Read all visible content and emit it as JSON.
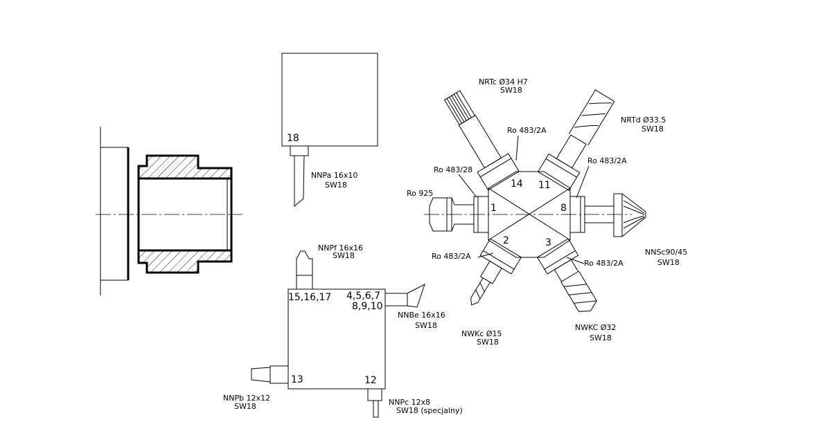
{
  "blocks": {
    "upper_station": "18",
    "lower_left_stations": "15,16,17",
    "lower_right_stations_line1": "4,5,6,7",
    "lower_right_stations_line2": "8,9,10",
    "lower_left_bottom_station": "13",
    "lower_right_bottom_station": "12"
  },
  "tool_labels": {
    "nnpa": {
      "line1": "NNPa 16x10",
      "line2": "SW18"
    },
    "nnpf": {
      "line1": "NNPf 16x16",
      "line2": "SW18"
    },
    "nnbe": {
      "line1": "NNBe 16x16",
      "line2": "SW18"
    },
    "nnpb": {
      "line1": "NNPb 12x12",
      "line2": "SW18"
    },
    "nnpc": {
      "line1": "NNPc 12x8",
      "line2": "SW18 (specjalny)"
    },
    "nrtc": {
      "line1": "NRTc Ø34 H7",
      "line2": "SW18"
    },
    "nrtd": {
      "line1": "NRTd Ø33.5",
      "line2": "SW18"
    },
    "nnsc": {
      "line1": "NNSc90/45",
      "line2": "SW18"
    },
    "nwkc_small": {
      "line1": "NWKc Ø15",
      "line2": "SW18"
    },
    "nwkc_large": {
      "line1": "NWKC Ø32",
      "line2": "SW18"
    }
  },
  "holder_labels": {
    "ro_483_2a_top": "Ro 483/2A",
    "ro_483_28_left": "Ro 483/28",
    "ro_483_2a_right": "Ro 483/2A",
    "ro_925": "Ro 925",
    "ro_483_2a_bottom_left": "Ro 483/2A",
    "ro_483_2a_bottom_right": "Ro 483/2A"
  },
  "hexagon_stations": {
    "s14": "14",
    "s11": "11",
    "s1": "1",
    "s8": "8",
    "s2": "2",
    "s3": "3"
  }
}
